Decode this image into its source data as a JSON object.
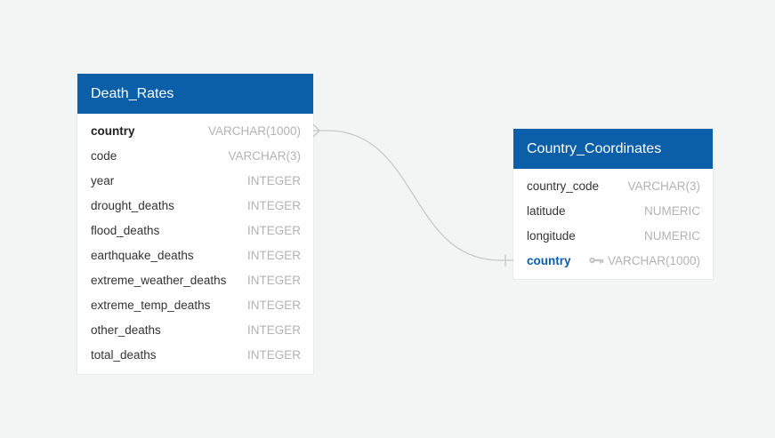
{
  "tables": {
    "death_rates": {
      "title": "Death_Rates",
      "fields": [
        {
          "name": "country",
          "type": "VARCHAR(1000)"
        },
        {
          "name": "code",
          "type": "VARCHAR(3)"
        },
        {
          "name": "year",
          "type": "INTEGER"
        },
        {
          "name": "drought_deaths",
          "type": "INTEGER"
        },
        {
          "name": "flood_deaths",
          "type": "INTEGER"
        },
        {
          "name": "earthquake_deaths",
          "type": "INTEGER"
        },
        {
          "name": "extreme_weather_deaths",
          "type": "INTEGER"
        },
        {
          "name": "extreme_temp_deaths",
          "type": "INTEGER"
        },
        {
          "name": "other_deaths",
          "type": "INTEGER"
        },
        {
          "name": "total_deaths",
          "type": "INTEGER"
        }
      ]
    },
    "country_coordinates": {
      "title": "Country_Coordinates",
      "fields": [
        {
          "name": "country_code",
          "type": "VARCHAR(3)"
        },
        {
          "name": "latitude",
          "type": "NUMERIC"
        },
        {
          "name": "longitude",
          "type": "NUMERIC"
        },
        {
          "name": "country",
          "type": "VARCHAR(1000)",
          "icon": "key-icon"
        }
      ]
    }
  },
  "colors": {
    "background": "#f3f5f5",
    "header": "#0b5ea8",
    "header_text": "#ffffff",
    "field_text": "#333333",
    "type_text": "#b3b3b3",
    "foreign_key_text": "#0b5ea8",
    "connector": "#c8c8c8"
  }
}
